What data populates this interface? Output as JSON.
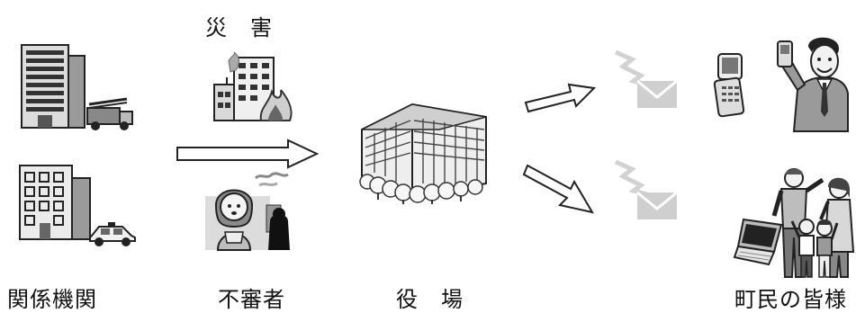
{
  "labels": {
    "disaster": "災　害",
    "agencies": "関係機関",
    "suspicious": "不審者",
    "town_hall": "役　場",
    "residents": "町民の皆様"
  },
  "icons": [
    "office-building-icon",
    "fire-truck-icon",
    "police-station-icon",
    "police-car-icon",
    "burning-building-icon",
    "frightened-child-icon",
    "town-hall-building-icon",
    "email-envelope-icon",
    "mobile-phone-icon",
    "businessman-icon",
    "laptop-icon",
    "family-icon"
  ],
  "colors": {
    "ink": "#222222",
    "gray": "#8a8a8a",
    "light_gray": "#d4d4d4",
    "mail_gray": "#cfcfcf"
  }
}
